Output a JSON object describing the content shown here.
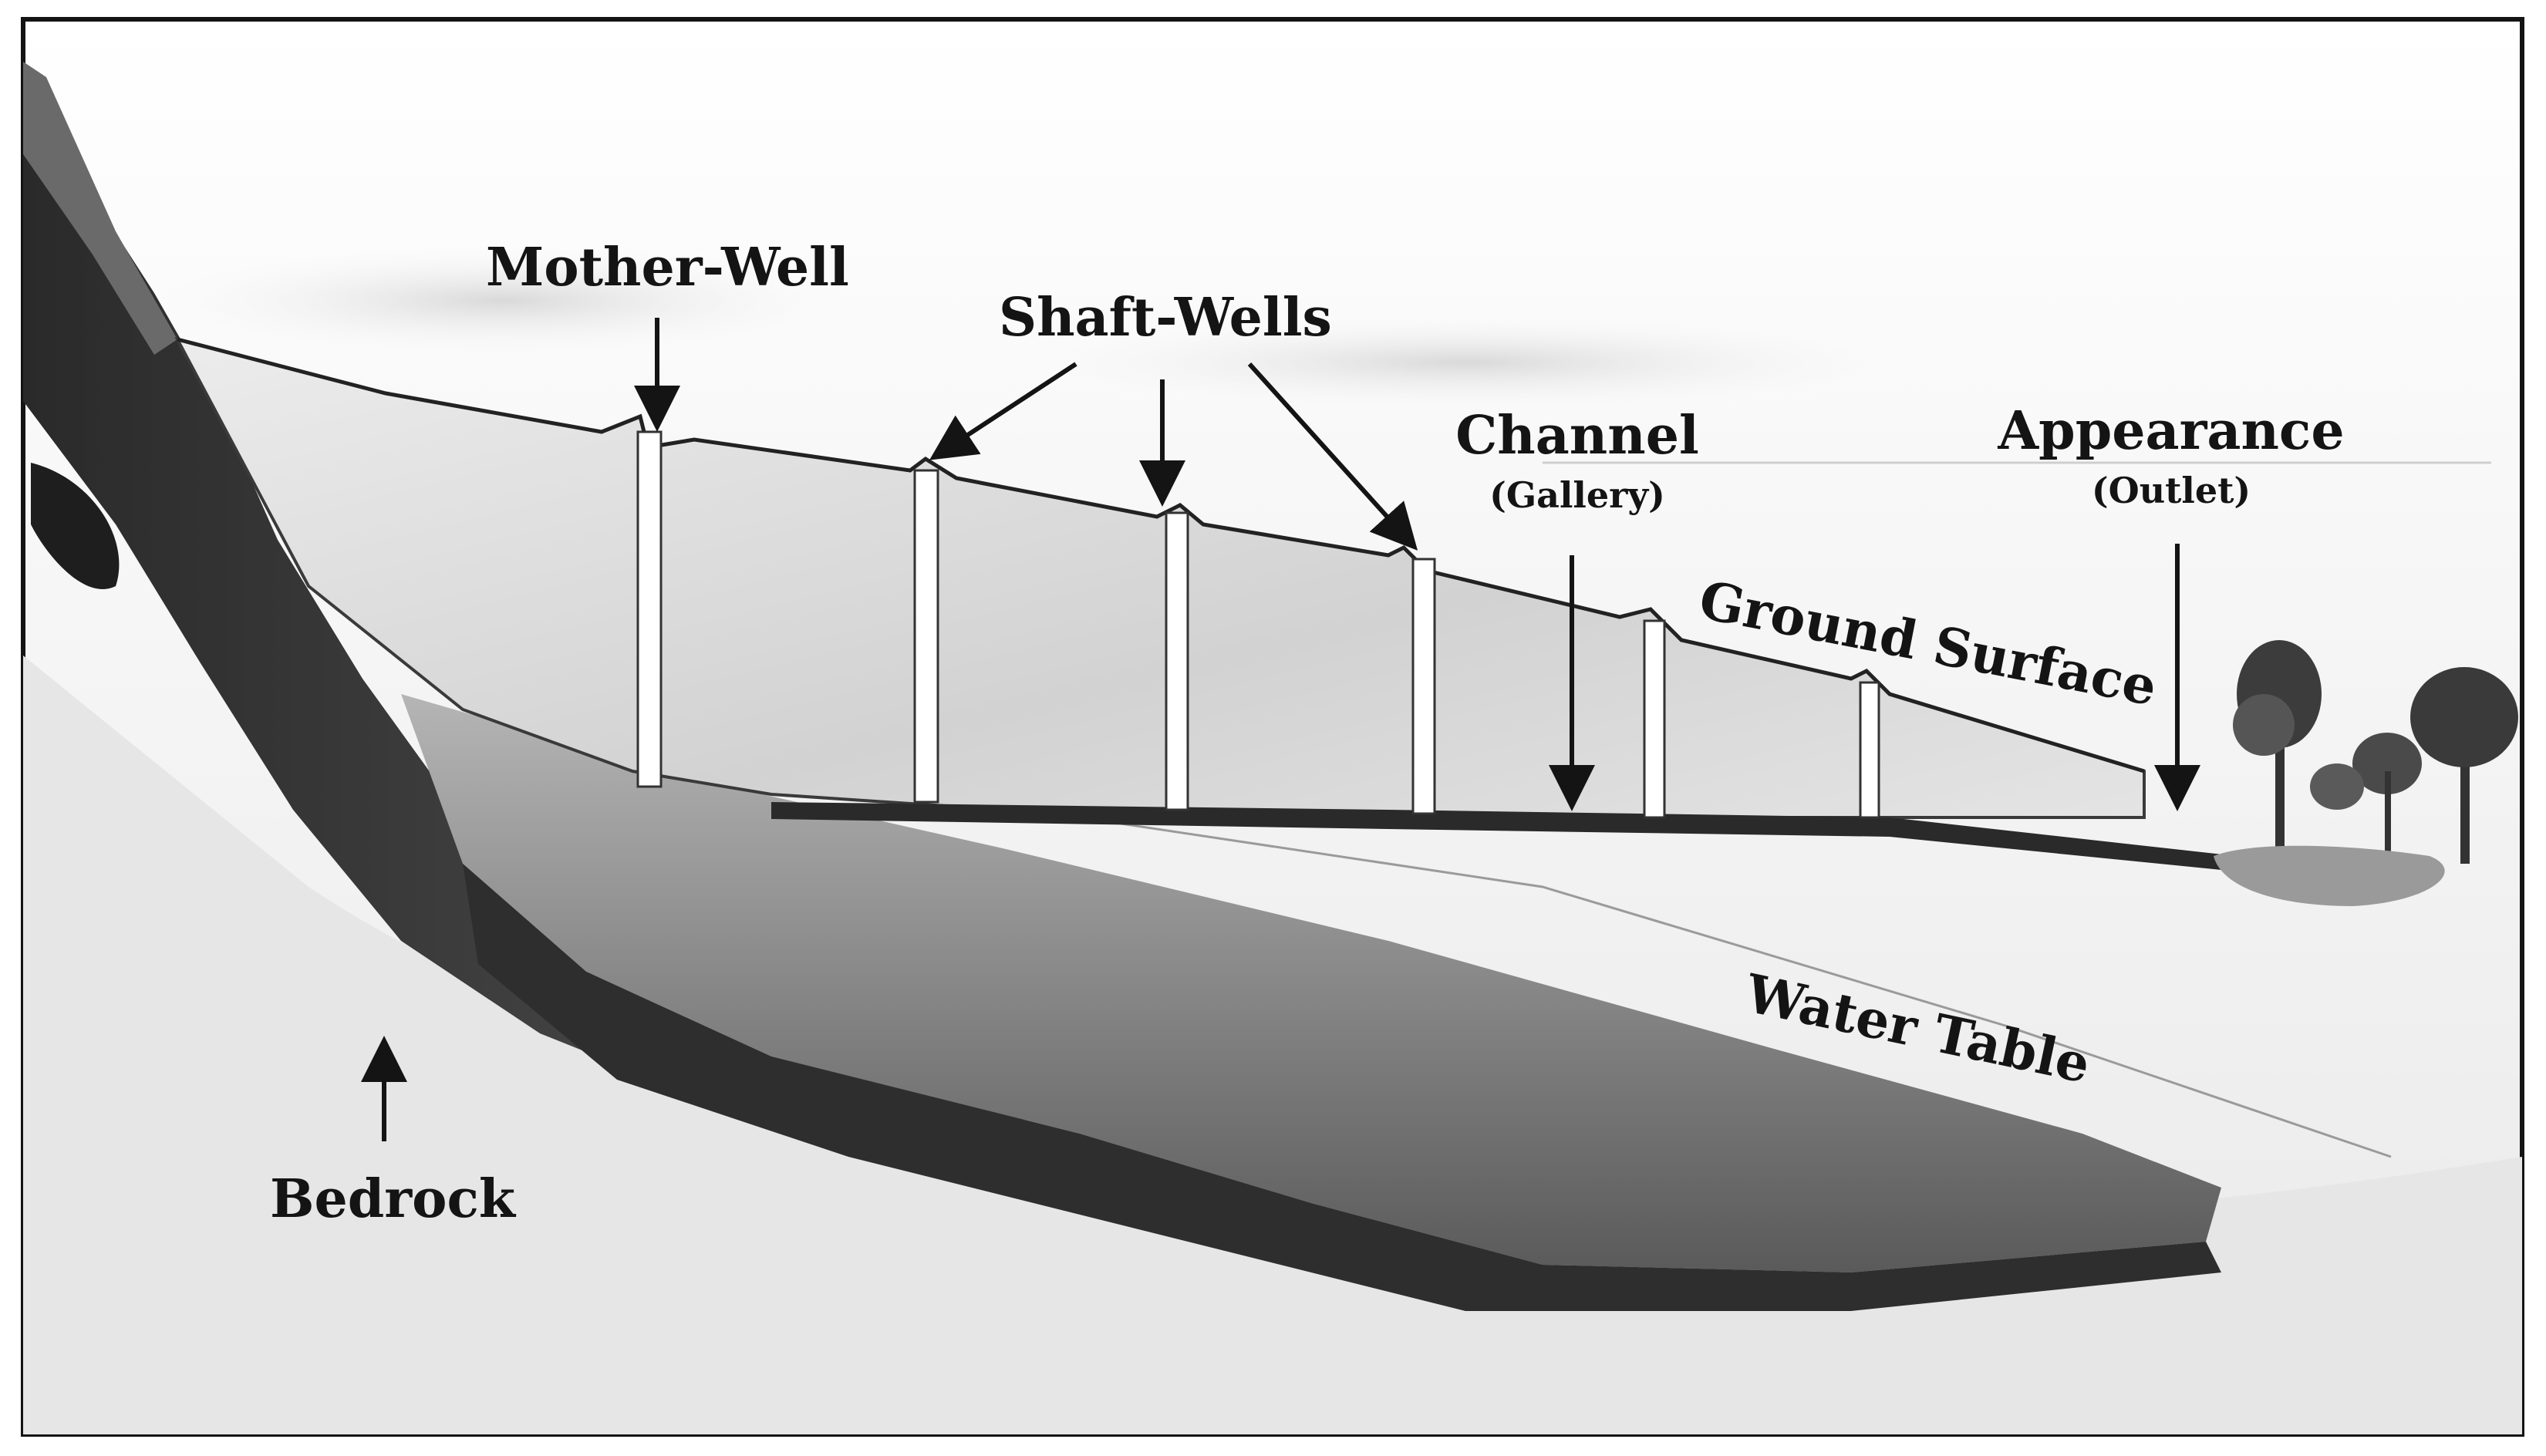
{
  "labels": {
    "mother_well": "Mother-Well",
    "shaft_wells": "Shaft-Wells",
    "channel": "Channel",
    "channel_sub": "(Gallery)",
    "appearance": "Appearance",
    "appearance_sub": "(Outlet)",
    "ground_surface": "Ground Surface",
    "water_table": "Water Table",
    "bedrock": "Bedrock"
  },
  "colors": {
    "ink": "#141414",
    "bedrock": "#3a3a3a",
    "soil": "#dcdcdc",
    "aquifer": "#8a8a8a",
    "sky_haze": "#eeeeee"
  }
}
